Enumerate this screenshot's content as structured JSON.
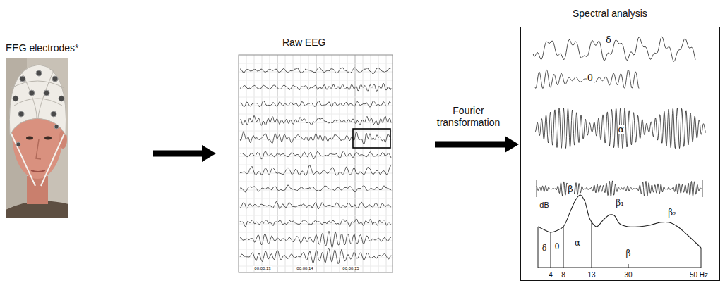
{
  "diagram": {
    "nodes": [
      {
        "text": [
          "EEG electrodes*"
        ]
      },
      {
        "text": [
          "Raw EEG"
        ]
      },
      {
        "text": [
          "Spectral analysis"
        ]
      }
    ],
    "edges": [
      {
        "from": 0,
        "to": 1,
        "arrow": "to"
      },
      {
        "from": 1,
        "to": 2,
        "label": "Fourier transformation",
        "arrow": "to"
      }
    ],
    "labels": [
      "00:00:13",
      "00:00:14",
      "00:00:15",
      "δ",
      "θ",
      "α",
      "β",
      "dB",
      "δ",
      "θ",
      "α",
      "β₁",
      "β₂",
      "β",
      "4",
      "8",
      "13",
      "30",
      "50 Hz"
    ]
  }
}
